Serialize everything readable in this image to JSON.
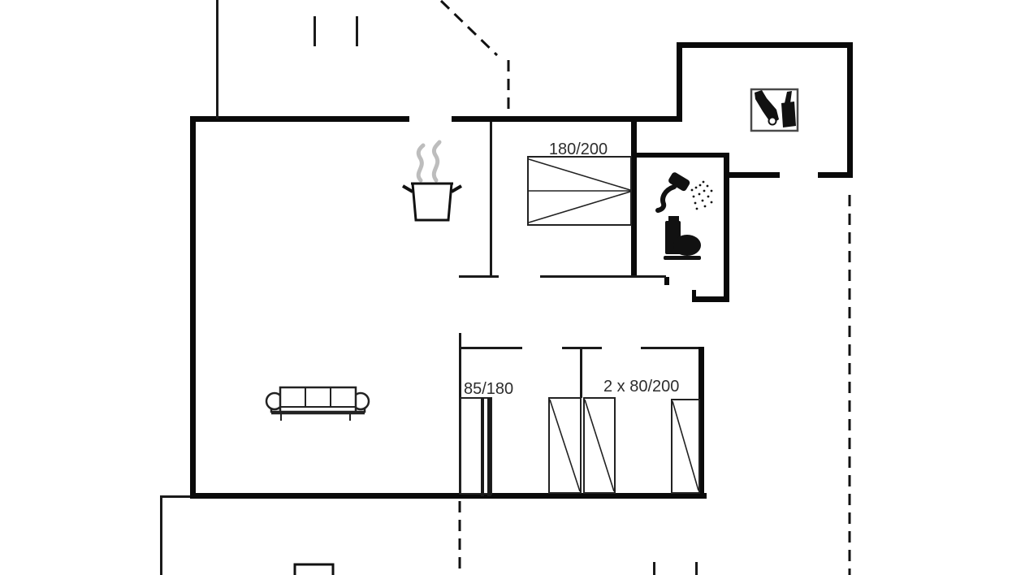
{
  "plan": {
    "type": "holiday-house-floor-plan",
    "labels": {
      "double_bed": "180/200",
      "single_bed": "85/180",
      "bunk_beds": "2 x 80/200"
    },
    "icons": [
      "steam-pot-icon",
      "shower-icon",
      "toilet-icon",
      "bottles-icon"
    ],
    "colors": {
      "wall": "#0a0a0a",
      "thin_line": "#1a1a1a",
      "furniture_stroke": "#222222",
      "steam": "#bdbdbd",
      "label_text": "#2d2d2d",
      "background": "#ffffff"
    }
  }
}
